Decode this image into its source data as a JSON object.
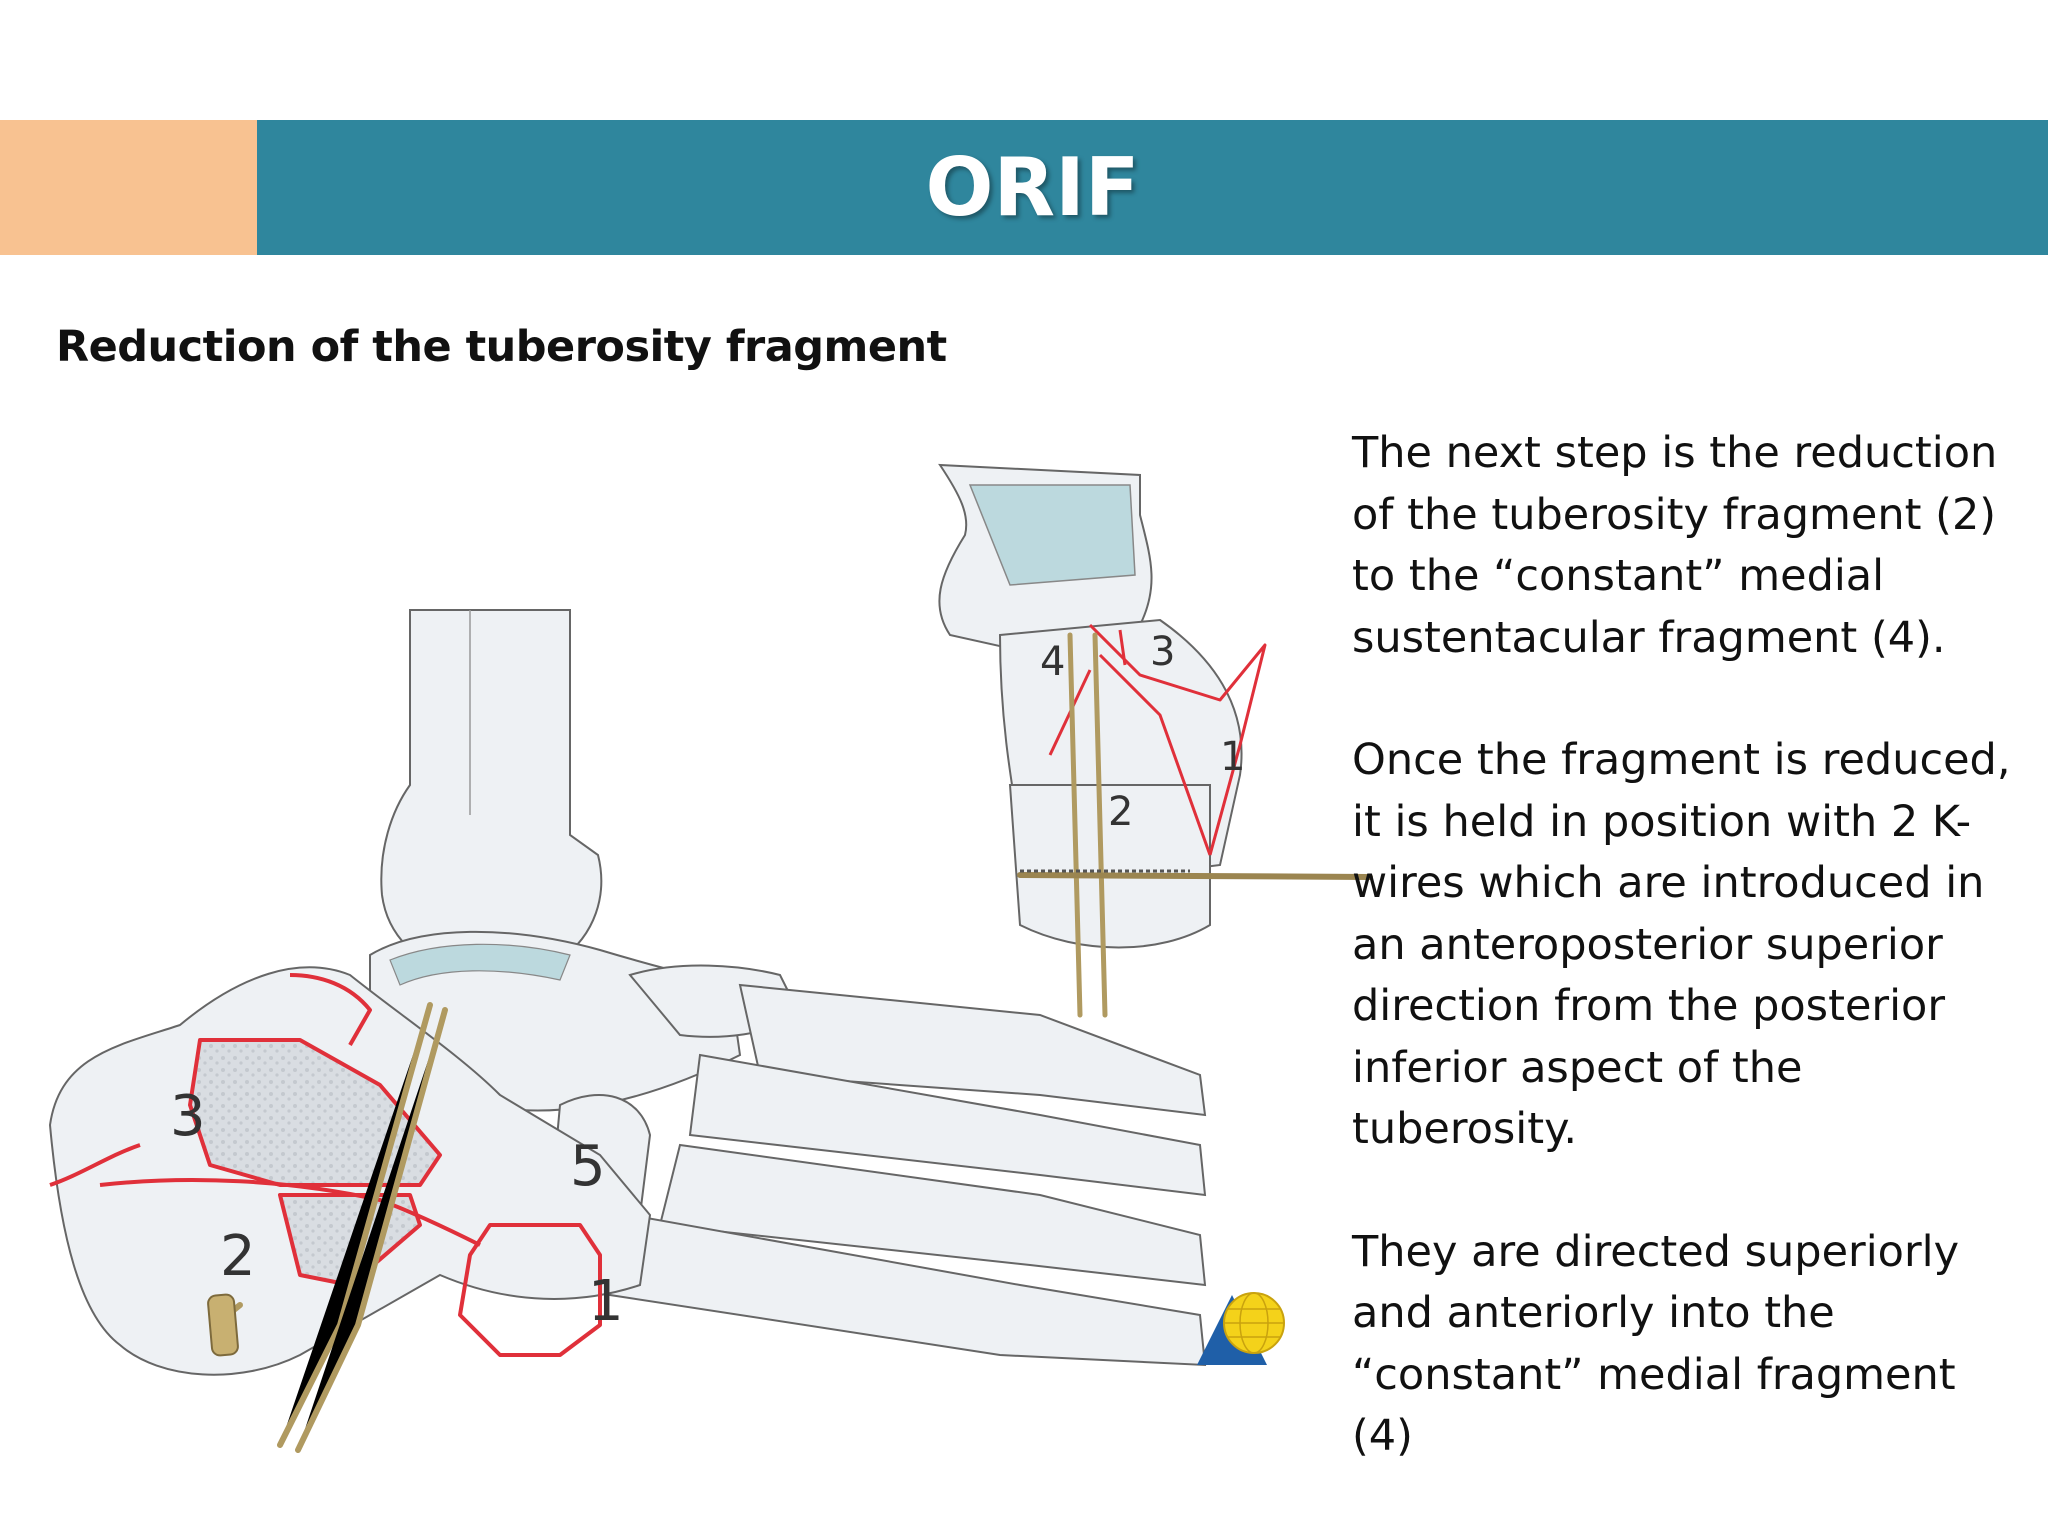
{
  "slide": {
    "title": "ORIF",
    "subtitle": "Reduction of the tuberosity fragment",
    "paragraphs": [
      "The next step is the reduction of the tuberosity fragment (2) to the “constant” medial sustentacular fragment (4).",
      "Once the fragment is reduced, it is held in position with 2 K-wires which are introduced in an anteroposterior superior direction from the posterior inferior aspect of the tuberosity.",
      "They are directed superiorly and anteriorly into the “constant” medial fragment (4)"
    ]
  },
  "figure": {
    "lateral_labels": [
      "3",
      "2",
      "5",
      "1"
    ],
    "axial_labels": [
      "4",
      "3",
      "1",
      "2"
    ]
  },
  "colors": {
    "title_bar": "#2f869d",
    "accent_block": "#f8c291",
    "fracture_lines": "#e0303a",
    "bone_fill": "#eef1f4",
    "cartilage": "#bcd9de",
    "k_wire": "#b09a60",
    "logo_blue": "#1f5fa8",
    "logo_yellow": "#f4d21a"
  }
}
